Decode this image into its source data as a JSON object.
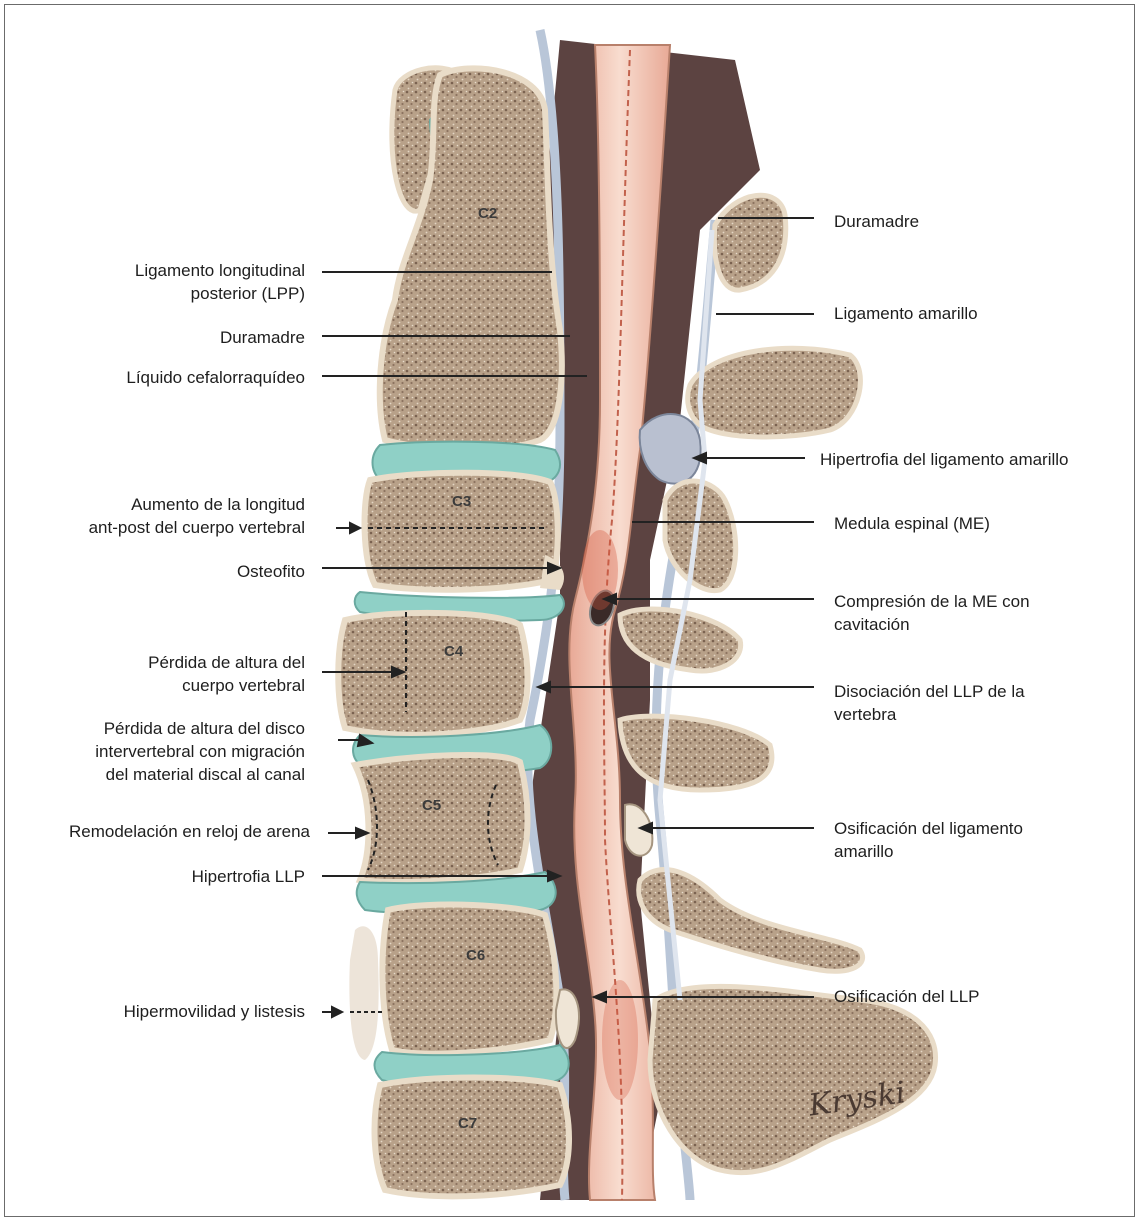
{
  "figure": {
    "left_labels": [
      "Ligamento longitudinal\nposterior (LPP)",
      "Duramadre",
      "Líquido cefalorraquídeo",
      "Aumento de la longitud\nant-post del cuerpo vertebral",
      "Osteofito",
      "Pérdida de altura del\ncuerpo vertebral",
      "Pérdida de altura del disco\nintervertebral con migración\ndel material discal al canal",
      "Remodelación en reloj de arena",
      "Hipertrofia LLP",
      "Hipermovilidad y listesis"
    ],
    "right_labels": [
      "Duramadre",
      "Ligamento amarillo",
      "Hipertrofia del ligamento amarillo",
      "Medula espinal (ME)",
      "Compresión de la ME con\ncavitación",
      "Disociación del LLP de la\nvertebra",
      "Osificación del ligamento\namarillo",
      "Osificación del LLP"
    ],
    "vertebrae": [
      "C2",
      "C3",
      "C4",
      "C5",
      "C6",
      "C7"
    ],
    "signature": "Kryski",
    "colors": {
      "bone_fill": "#c9b49a",
      "bone_dark": "#6e5748",
      "cortex": "#e9dcc8",
      "disc": "#8fd0c6",
      "cord": "#f3cdbd",
      "csf_dark": "#4a2f2c",
      "dura": "#b9c6d8"
    }
  }
}
